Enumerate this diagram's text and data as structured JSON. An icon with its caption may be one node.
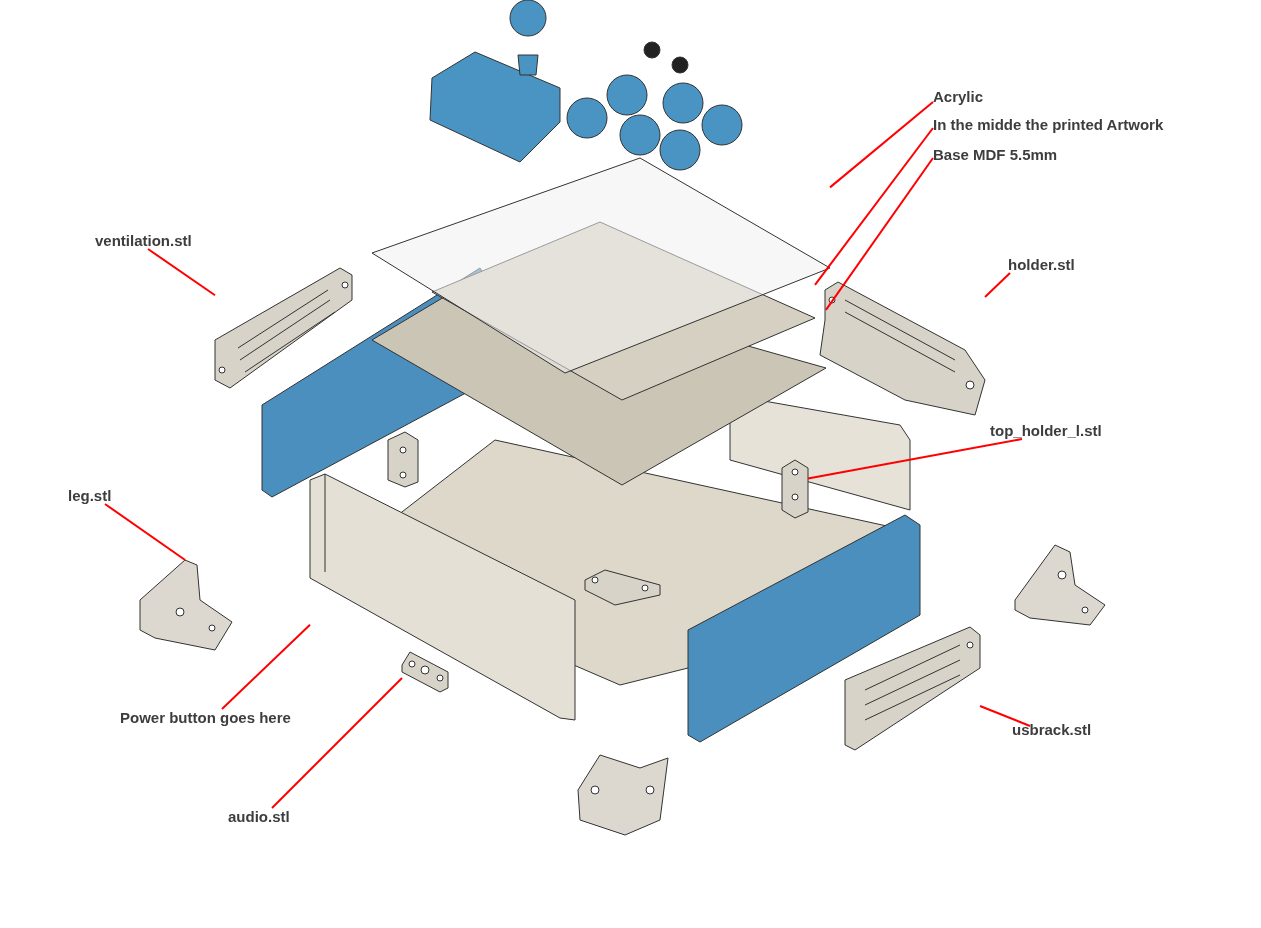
{
  "diagram": {
    "nodes": [
      {
        "text": [
          "Acrylic"
        ]
      },
      {
        "text": [
          "In the midde the printed Artwork"
        ]
      },
      {
        "text": [
          "Base MDF 5.5mm"
        ]
      },
      {
        "text": [
          "ventilation.stl"
        ]
      },
      {
        "text": [
          "holder.stl"
        ]
      },
      {
        "text": [
          "top_holder_l.stl"
        ]
      },
      {
        "text": [
          "leg.stl"
        ]
      },
      {
        "text": [
          "Power button goes here"
        ]
      },
      {
        "text": [
          "usbrack.stl"
        ]
      },
      {
        "text": [
          "audio.stl"
        ]
      },
      {
        "text": [],
        "shape": "picture"
      },
      {
        "text": [],
        "shape": "picture"
      },
      {
        "text": [],
        "shape": "picture"
      },
      {
        "text": [],
        "shape": "picture"
      },
      {
        "text": [],
        "shape": "picture"
      },
      {
        "text": [],
        "shape": "picture"
      },
      {
        "text": [],
        "shape": "picture"
      },
      {
        "text": [],
        "shape": "picture"
      },
      {
        "text": [],
        "shape": "picture"
      },
      {
        "text": [],
        "shape": "picture"
      }
    ],
    "edges": [
      {
        "from": 0,
        "to": 10,
        "arrow": "none"
      },
      {
        "from": 1,
        "to": 11,
        "arrow": "none"
      },
      {
        "from": 2,
        "to": 12,
        "arrow": "none"
      },
      {
        "from": 3,
        "to": 13,
        "arrow": "none"
      },
      {
        "from": 4,
        "to": 14,
        "arrow": "none"
      },
      {
        "from": 5,
        "to": 15,
        "arrow": "none"
      },
      {
        "from": 6,
        "to": 16,
        "arrow": "none"
      },
      {
        "from": 7,
        "to": 17,
        "arrow": "none"
      },
      {
        "from": 8,
        "to": 18,
        "arrow": "none"
      },
      {
        "from": 9,
        "to": 19,
        "arrow": "none"
      }
    ]
  }
}
